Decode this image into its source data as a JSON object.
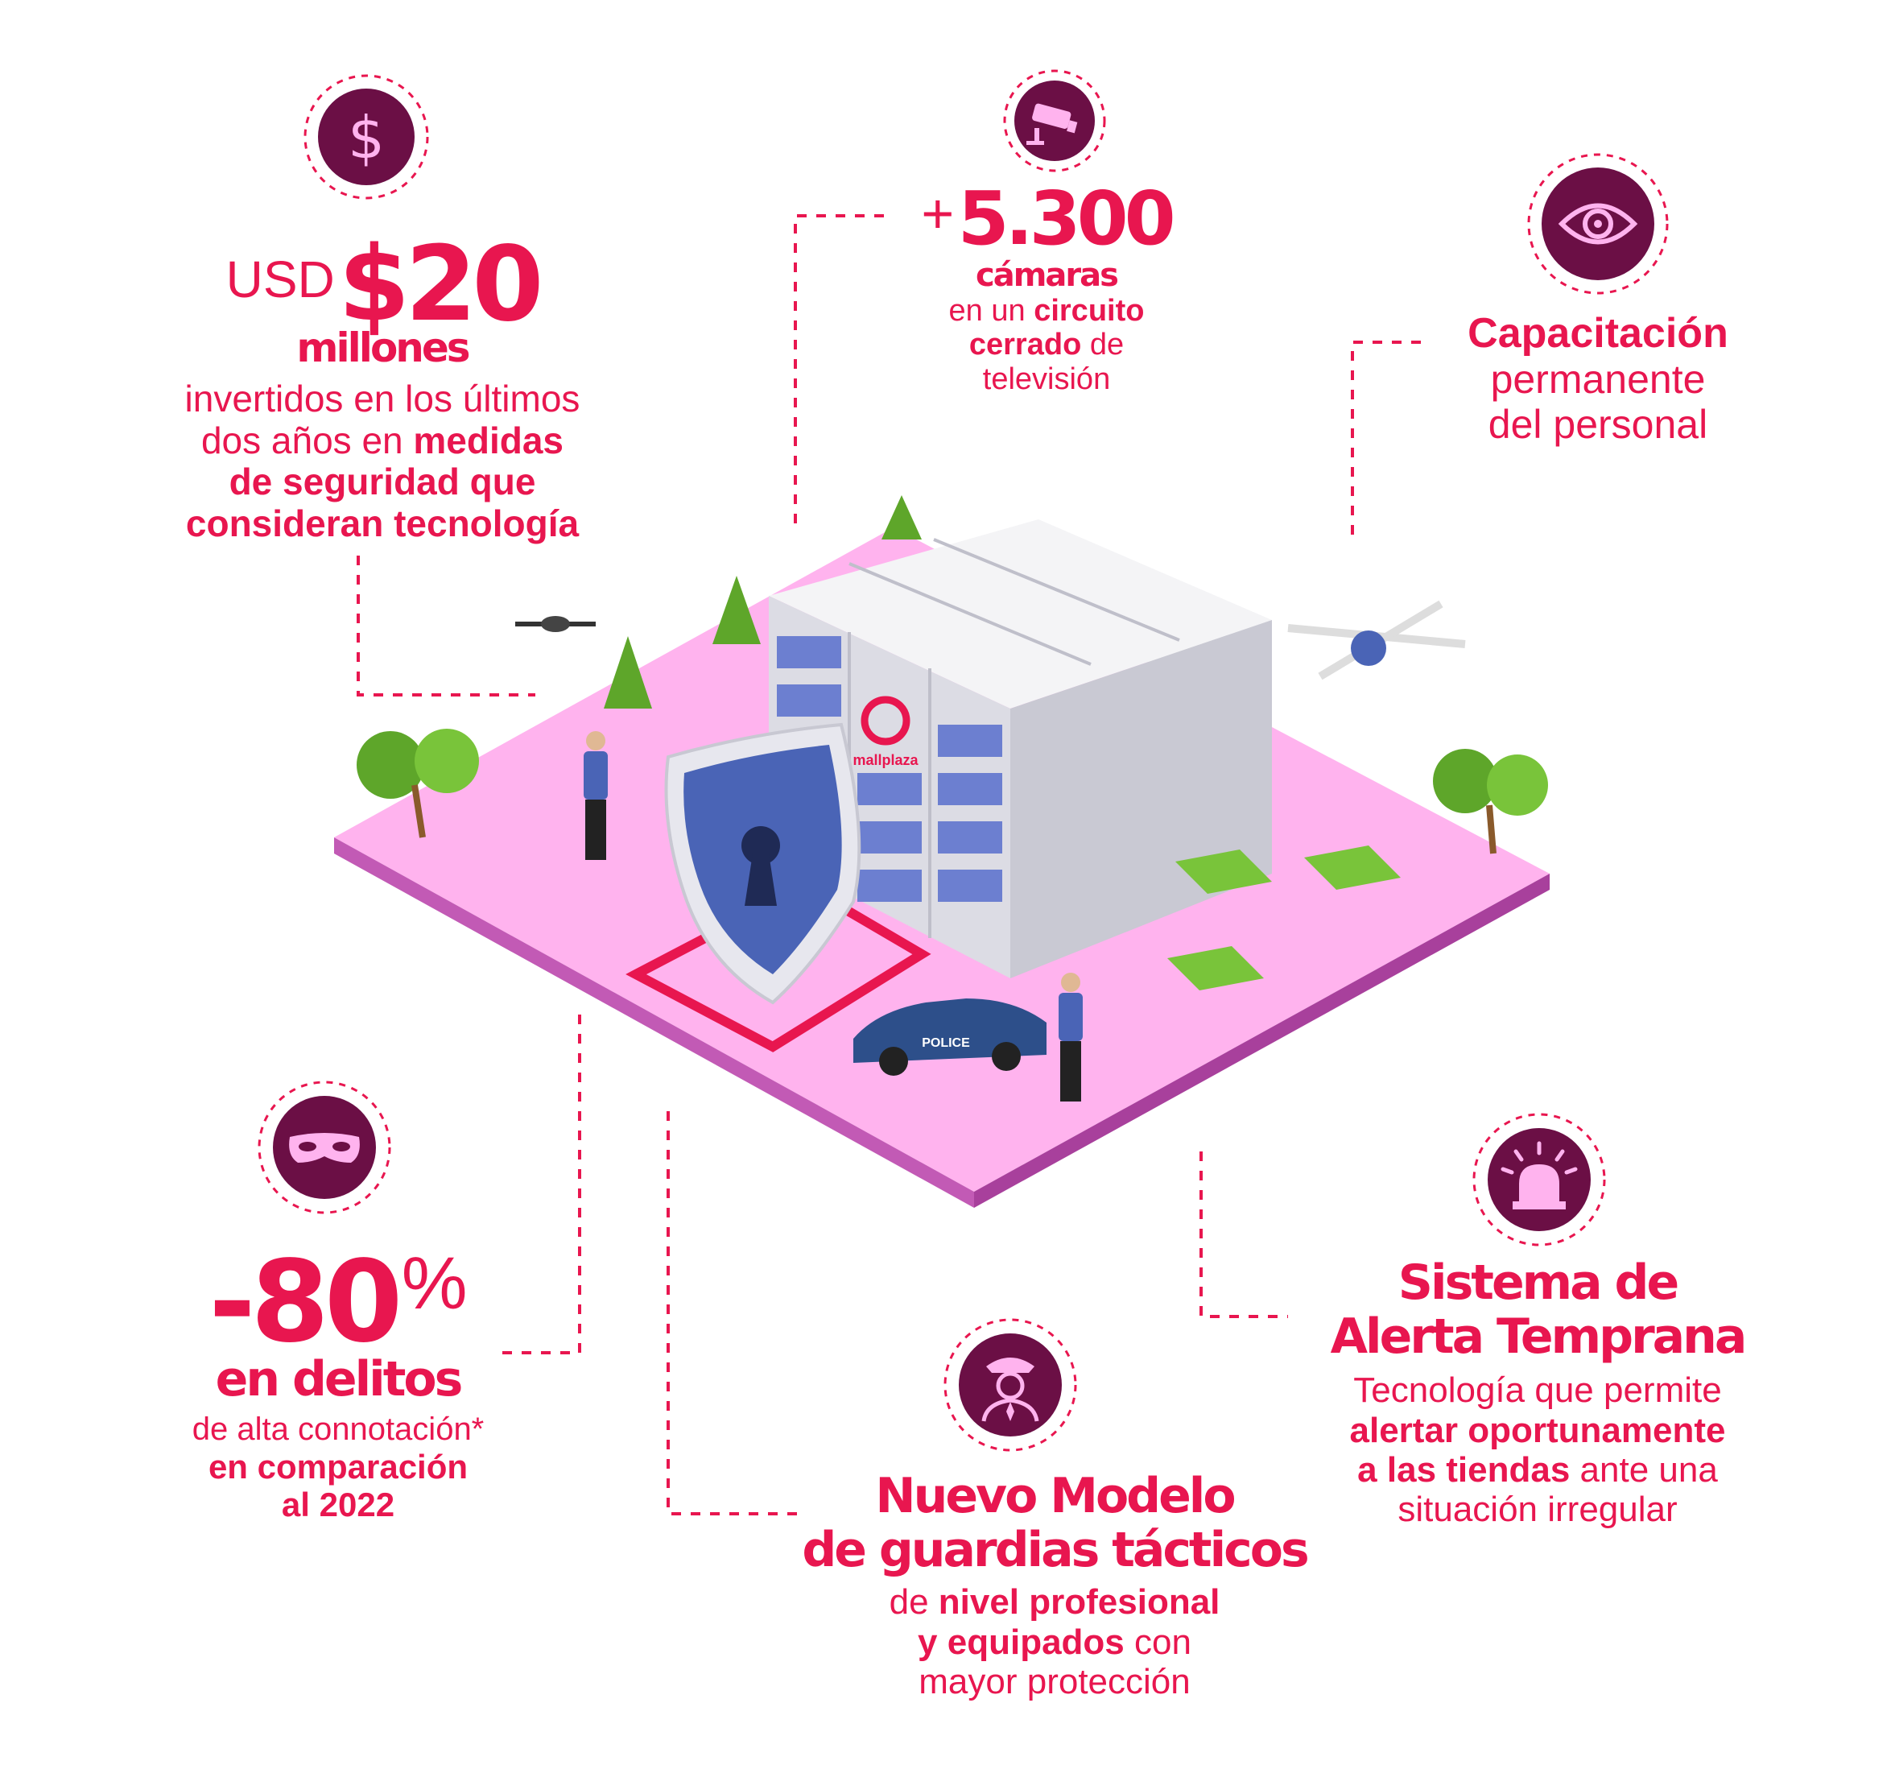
{
  "colors": {
    "accent": "#e8164f",
    "icon_bg": "#6b0f45",
    "plaza": "#ffb3ee",
    "edge": "#c25ab5"
  },
  "invest": {
    "prefix": "USD",
    "amount": "$20",
    "unit": "millones",
    "line1": "invertidos en los últimos",
    "line2_pre": "dos años en ",
    "line2_bold": "medidas",
    "line3": "de seguridad que",
    "line4": "consideran tecnología"
  },
  "cameras": {
    "plus": "+",
    "count": "5.300",
    "unit": "cámaras",
    "l1_pre": "en un ",
    "l1_bold": "circuito",
    "l2_bold": "cerrado",
    "l2_post": " de",
    "l3": "televisión"
  },
  "training": {
    "title": "Capacitación",
    "l1": "permanente",
    "l2": "del personal"
  },
  "crime": {
    "number": "-80",
    "pct": "%",
    "title": "en delitos",
    "l1": "de alta connotación*",
    "l2": "en comparación",
    "l3": "al 2022"
  },
  "guards": {
    "t1": "Nuevo Modelo",
    "t2": "de guardias tácticos",
    "l1_pre": "de ",
    "l1_bold": "nivel profesional",
    "l2_bold": "y equipados",
    "l2_post": " con",
    "l3": "mayor protección"
  },
  "alert": {
    "t1": "Sistema de",
    "t2": "Alerta Temprana",
    "l1": "Tecnología que permite",
    "l2_bold": "alertar oportunamente",
    "l3_bold": "a las tiendas",
    "l3_post": " ante una",
    "l4": "situación irregular"
  },
  "illustration": {
    "brand": "mallplaza",
    "car_label": "POLICE"
  },
  "icons": [
    "dollar-icon",
    "camera-icon",
    "eye-icon",
    "mask-icon",
    "guard-icon",
    "alarm-icon"
  ]
}
